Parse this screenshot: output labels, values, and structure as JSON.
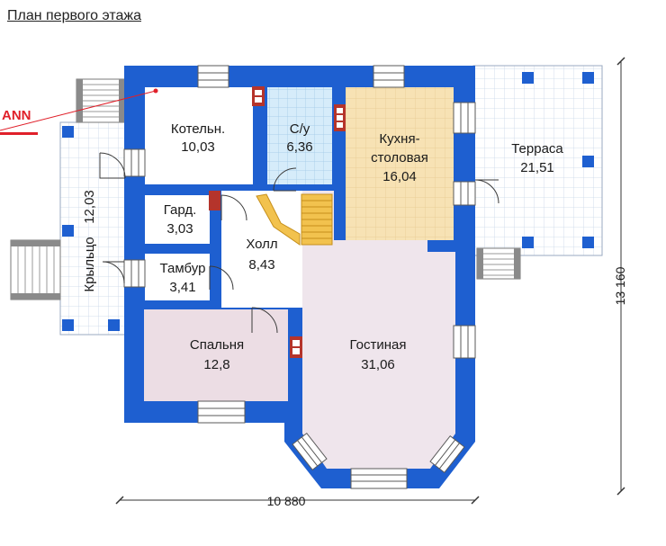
{
  "page": {
    "title": "План первого этажа"
  },
  "logo": {
    "text": "ANN"
  },
  "rooms": [
    {
      "id": "boiler",
      "name": "Котельн.",
      "area": "10,03"
    },
    {
      "id": "wc",
      "name": "С/у",
      "area": "6,36"
    },
    {
      "id": "kitchen",
      "name": "Кухня-",
      "name2": "столовая",
      "area": "16,04"
    },
    {
      "id": "terrace",
      "name": "Терраса",
      "area": "21,51"
    },
    {
      "id": "wardrobe",
      "name": "Гард.",
      "area": "3,03"
    },
    {
      "id": "hall",
      "name": "Холл",
      "area": "8,43"
    },
    {
      "id": "vestibule",
      "name": "Тамбур",
      "area": "3,41"
    },
    {
      "id": "porch",
      "name": "Крыльцо",
      "area": "12,03"
    },
    {
      "id": "bedroom",
      "name": "Спальня",
      "area": "12,8"
    },
    {
      "id": "living",
      "name": "Гостиная",
      "area": "31,06"
    }
  ],
  "dimensions": {
    "width": "10 880",
    "height": "13 160"
  },
  "colors": {
    "wall": "#1e5fd0",
    "kitchen_floor": "#f7e2b4",
    "wc_floor": "#d6ecfa",
    "bedroom_floor": "#ecdde4",
    "grid": "#c9d6e8",
    "stair": "#f2c24e",
    "logo": "#e0202a"
  }
}
